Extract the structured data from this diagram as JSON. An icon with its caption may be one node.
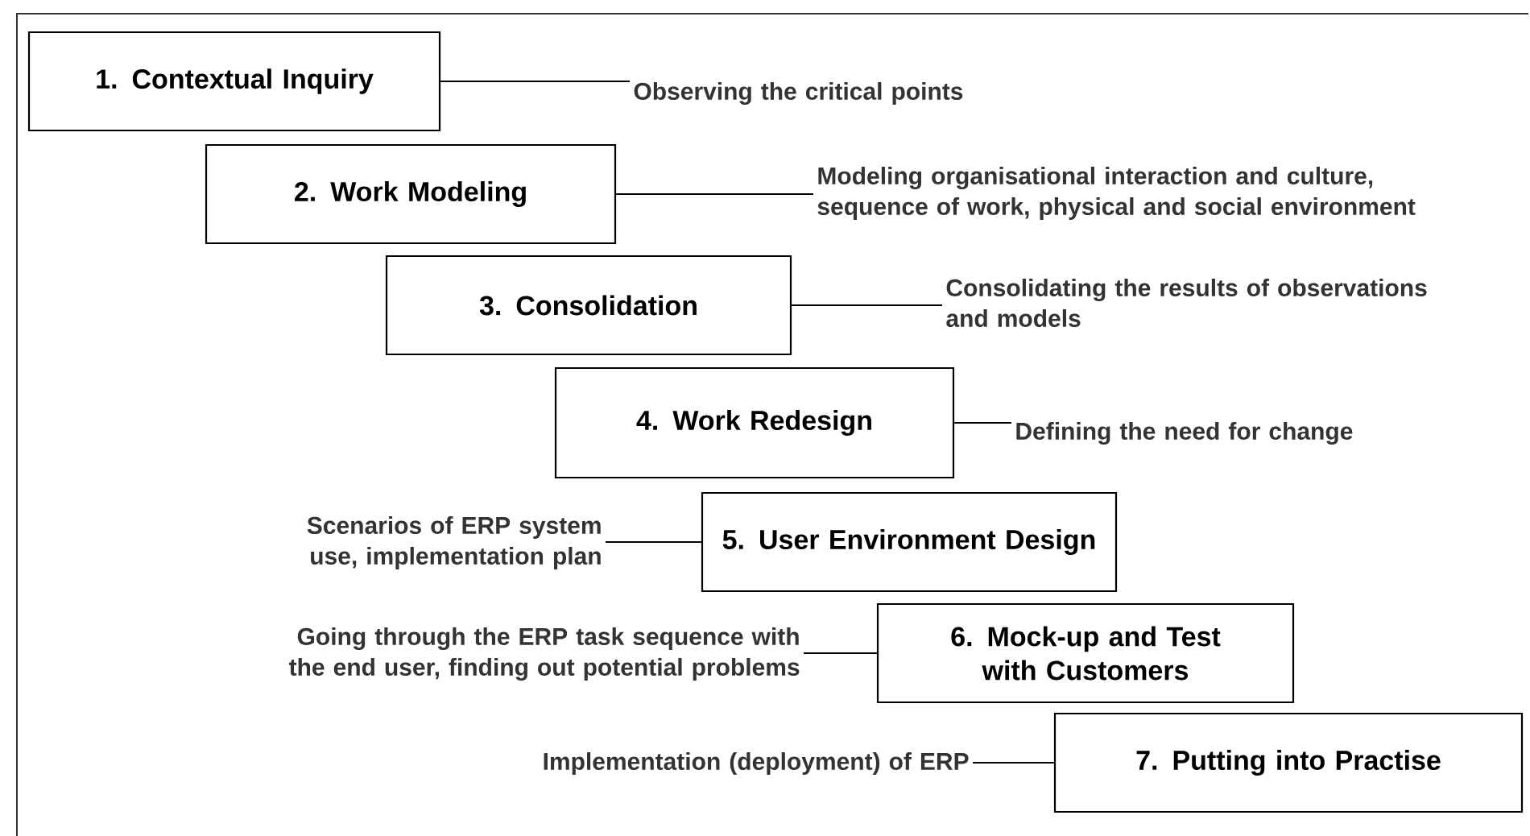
{
  "diagram": {
    "nodes": [
      {
        "text": [
          "1. Contextual Inquiry"
        ]
      },
      {
        "text": [
          "Observing the critical points"
        ]
      },
      {
        "text": [
          "2. Work Modeling"
        ]
      },
      {
        "text": [
          "Modeling organisational interaction and culture, sequence of work, physical and social environment"
        ]
      },
      {
        "text": [
          "3. Consolidation"
        ]
      },
      {
        "text": [
          "Consolidating the results of observations and models"
        ]
      },
      {
        "text": [
          "4. Work Redesign"
        ]
      },
      {
        "text": [
          "Defining the need for change"
        ]
      },
      {
        "text": [
          "Scenarios of ERP system use, implementation plan"
        ]
      },
      {
        "text": [
          "5. User Environment Design"
        ]
      },
      {
        "text": [
          "Going through the ERP task sequence with the end user, finding out potential problems"
        ]
      },
      {
        "text": [
          "6. Mock-up and Test with Customers"
        ]
      },
      {
        "text": [
          "Implementation (deployment) of ERP"
        ]
      },
      {
        "text": [
          "7. Putting into Practise"
        ]
      }
    ],
    "edges": [
      {
        "from": 0,
        "to": 1,
        "arrow": "none"
      },
      {
        "from": 2,
        "to": 3,
        "arrow": "none"
      },
      {
        "from": 4,
        "to": 5,
        "arrow": "none"
      },
      {
        "from": 6,
        "to": 7,
        "arrow": "none"
      },
      {
        "from": 9,
        "to": 8,
        "arrow": "none"
      },
      {
        "from": 11,
        "to": 10,
        "arrow": "none"
      },
      {
        "from": 13,
        "to": 12,
        "arrow": "none"
      }
    ]
  }
}
